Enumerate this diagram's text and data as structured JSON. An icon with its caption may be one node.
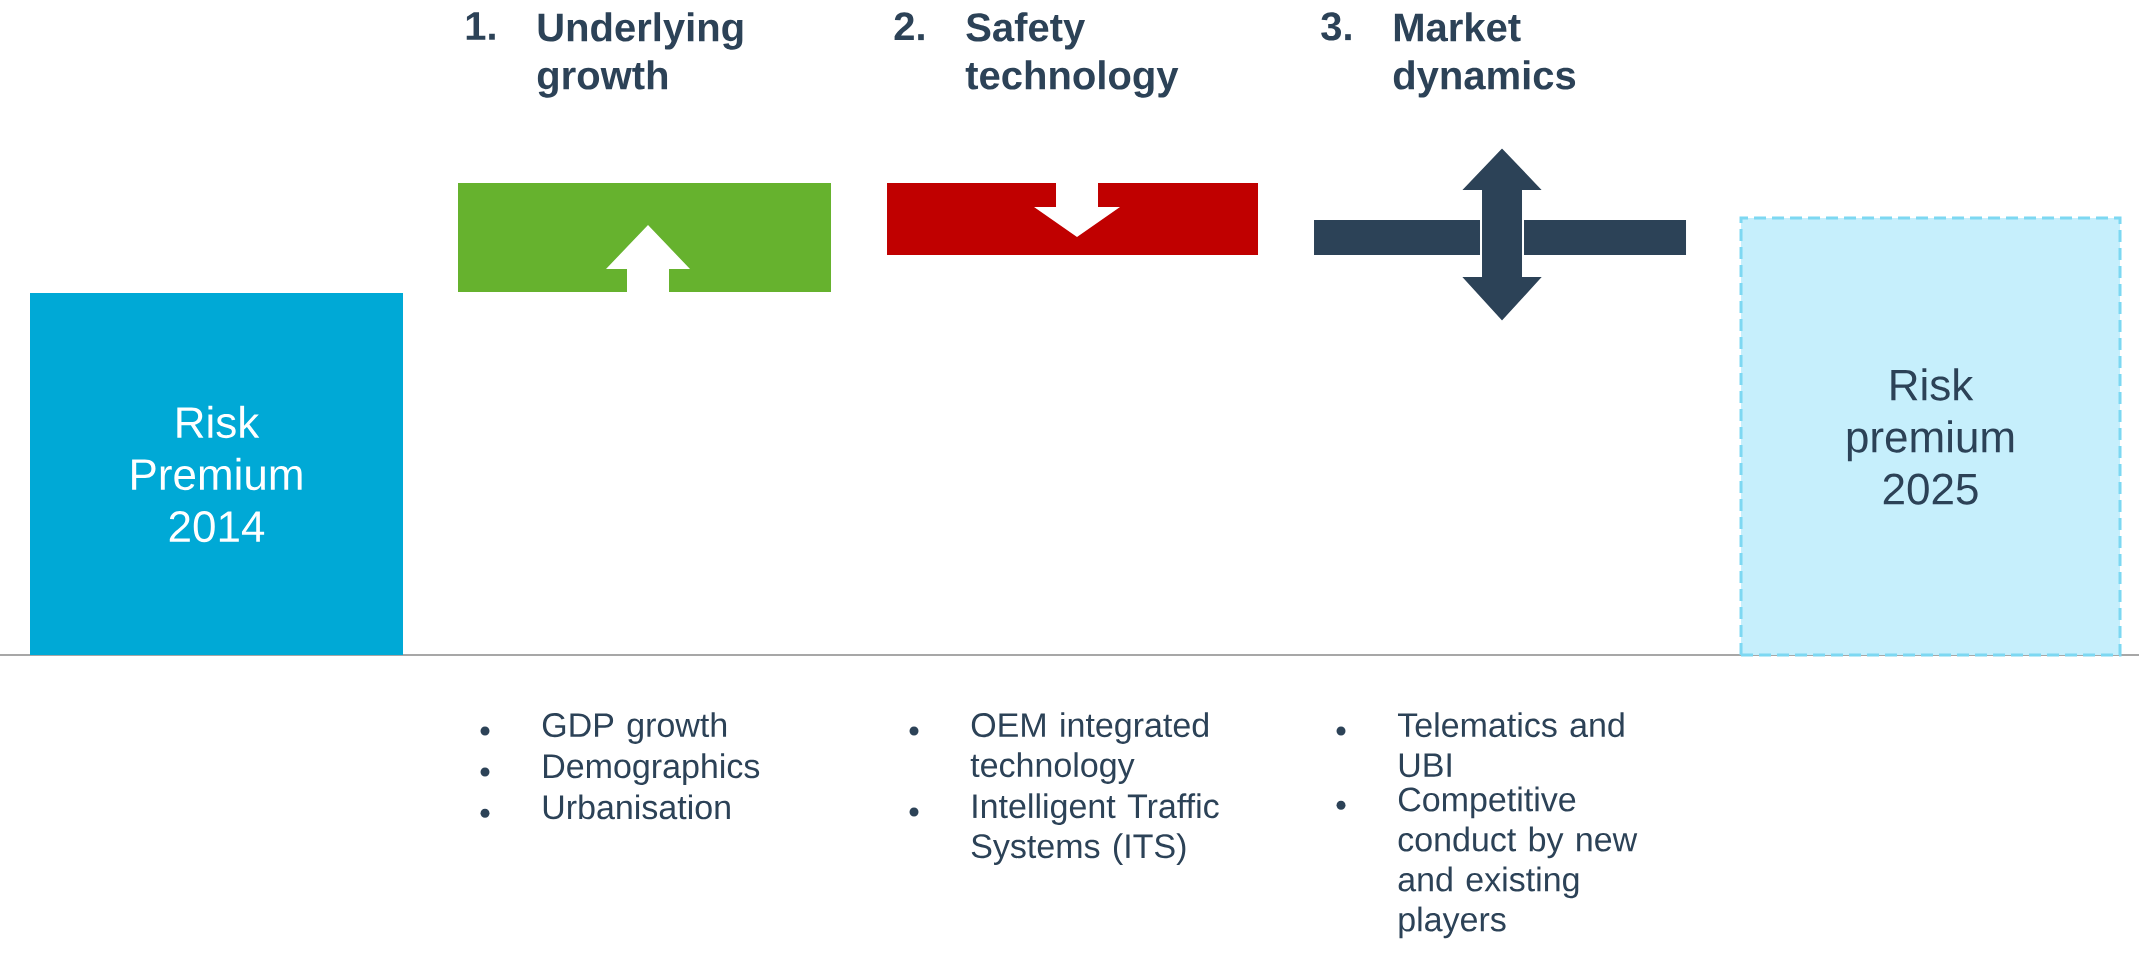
{
  "diagram": {
    "nodes": [
      {
        "text": [
          "Risk Premium 2014"
        ]
      },
      {
        "text": [
          "1.",
          "Underlying growth"
        ],
        "beside": [
          "GDP growth",
          "Demographics",
          "Urbanisation"
        ]
      },
      {
        "text": [
          "2.",
          "Safety technology"
        ],
        "beside": [
          "OEM integrated technology",
          "Intelligent Traffic Systems (ITS)"
        ]
      },
      {
        "text": [
          "3.",
          "Market dynamics"
        ],
        "beside": [
          "Telematics and UBI",
          "Competitive conduct by new and existing players"
        ]
      },
      {
        "text": [
          "Risk premium 2025"
        ]
      }
    ]
  }
}
